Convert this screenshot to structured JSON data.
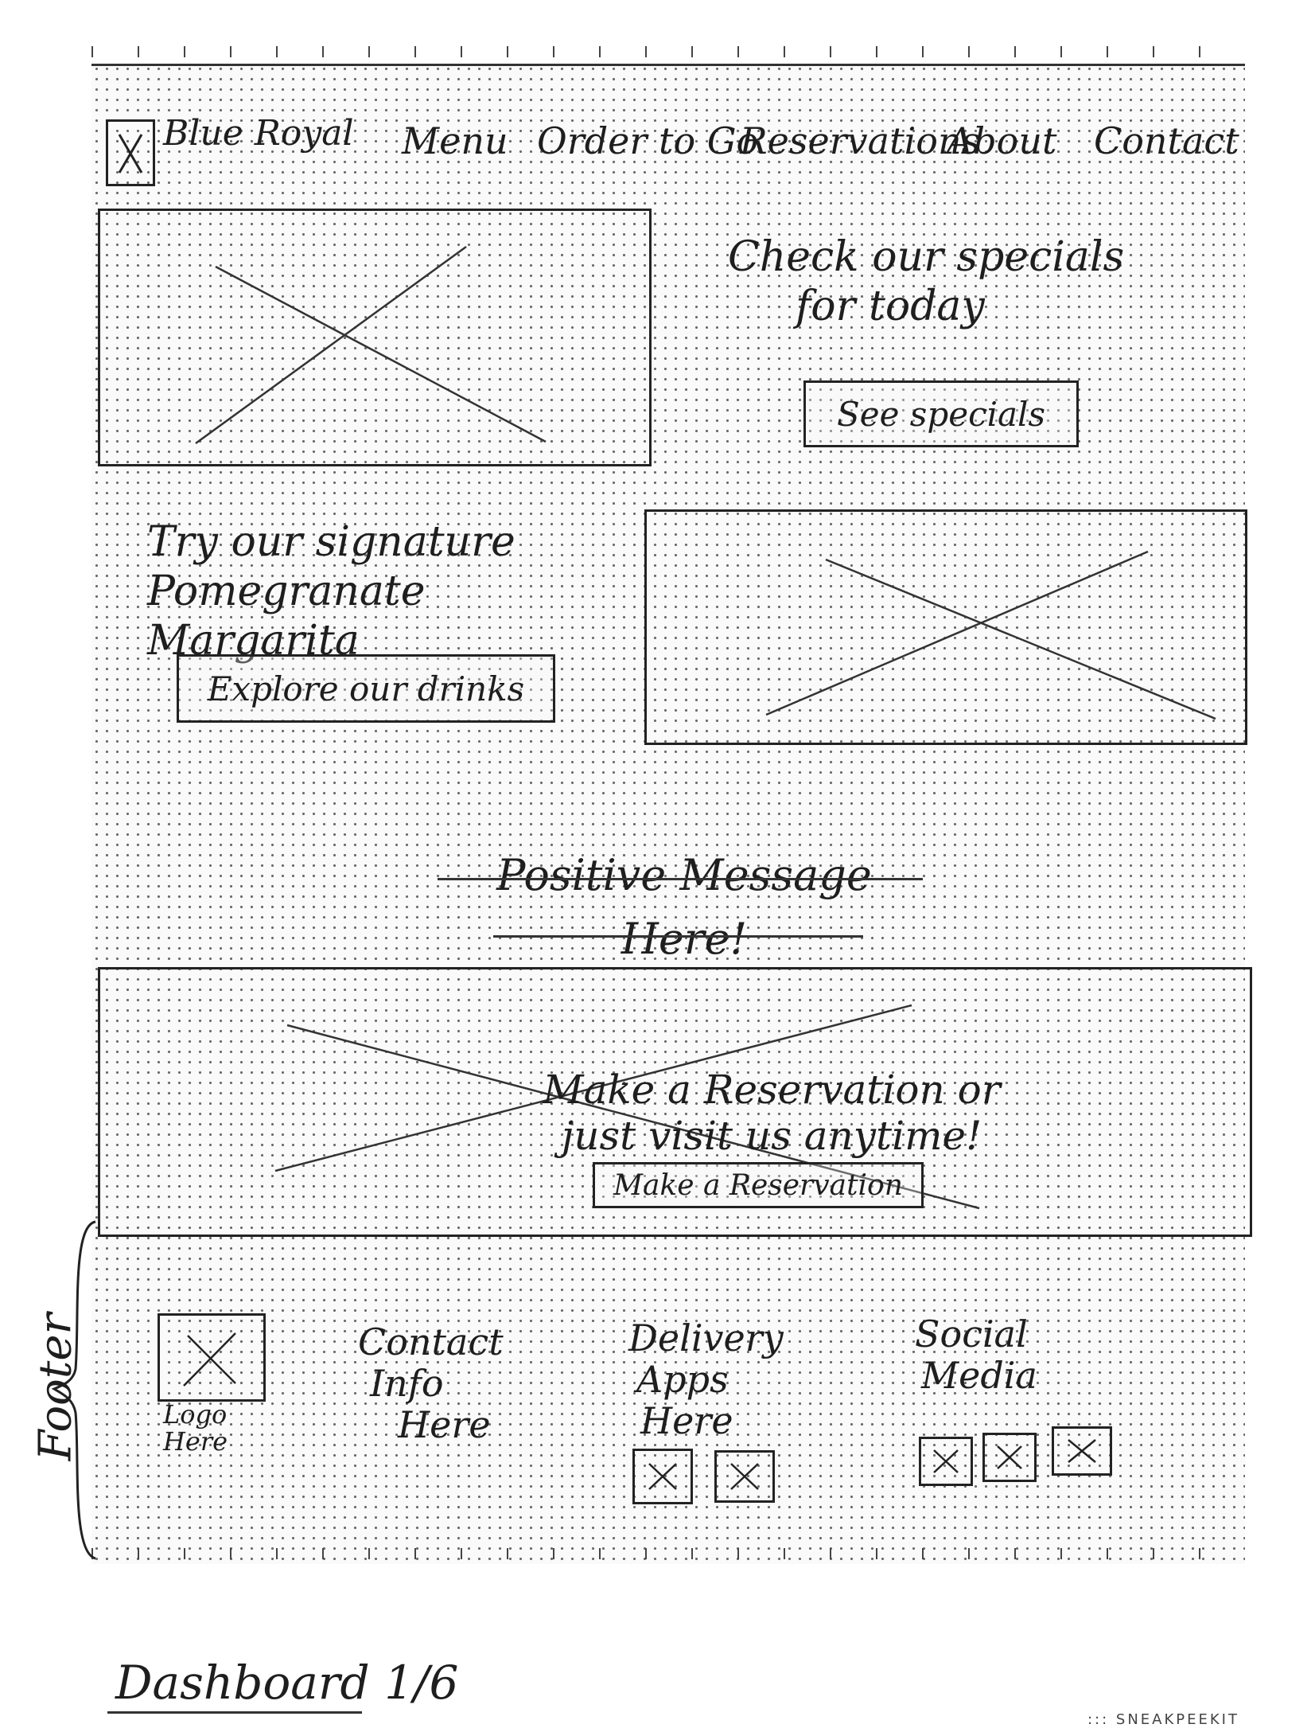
{
  "header": {
    "logo_icon": "x-placeholder-icon",
    "brand": "Blue Royal",
    "nav": [
      "Menu",
      "Order to Go",
      "Reservations",
      "About",
      "Contact"
    ]
  },
  "specials": {
    "text_line1": "Check our specials",
    "text_line2": "for today",
    "button": "See specials"
  },
  "signature": {
    "text_line1": "Try our signature",
    "text_line2": "Pomegranate Margarita",
    "button": "Explore our drinks"
  },
  "positive": {
    "line1": "Positive Message",
    "line2": "Here!"
  },
  "reservation": {
    "line1": "Make a Reservation or",
    "line2": "just visit us anytime!",
    "button": "Make a Reservation"
  },
  "footer": {
    "label": "Footer",
    "logo_line1": "Logo",
    "logo_line2": "Here",
    "contact_line1": "Contact",
    "contact_line2": "Info",
    "contact_line3": "Here",
    "delivery_line1": "Delivery",
    "delivery_line2": "Apps",
    "delivery_line3": "Here",
    "social_line1": "Social",
    "social_line2": "Media"
  },
  "page_label": "Dashboard 1/6",
  "brand_mark": "::: SNEAKPEEKIT"
}
